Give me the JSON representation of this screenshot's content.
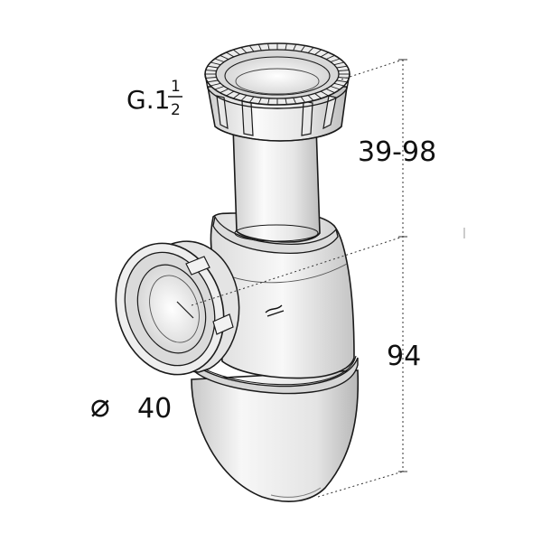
{
  "thread_label": {
    "prefix": "G.1",
    "numerator": "1",
    "denominator": "2"
  },
  "dimensions": {
    "height_adjustable": "39-98",
    "height_lower": "94",
    "diameter_symbol": "⌀",
    "diameter_value": "40"
  },
  "colors": {
    "line": "#1a1a1a",
    "dash": "#333333",
    "fill_light": "#f4f4f4",
    "fill_mid": "#e2e2e2",
    "fill_dark": "#c9c9c9"
  }
}
